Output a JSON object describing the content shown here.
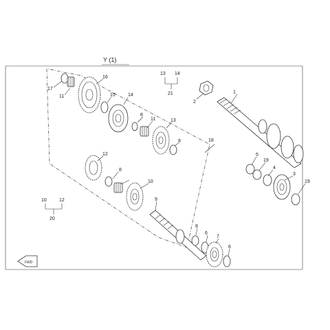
{
  "header": {
    "view_label": "Y (1)"
  },
  "direction_indicator": {
    "text": "FWD"
  },
  "callouts": {
    "c1": "1",
    "c2": "2",
    "c3": "3",
    "c4": "4",
    "c5": "5",
    "c6a": "6",
    "c6b": "6",
    "c7": "7",
    "c8a": "8",
    "c8b": "8",
    "c8c": "8",
    "c8d": "8",
    "c9": "9",
    "c10": "10",
    "c11a": "11",
    "c11b": "11",
    "c12a": "12",
    "c13": "13",
    "c14": "14",
    "c15": "15",
    "c16": "16",
    "c17": "17",
    "c18": "18",
    "c19a": "19",
    "c19b": "19"
  },
  "group_labels": {
    "g_top_left": "13",
    "g_top_right": "14",
    "g_top_sum": "21",
    "g_bot_left": "10",
    "g_bot_right": "12",
    "g_bot_sum": "20"
  },
  "colors": {
    "line": "#333333",
    "part_fill": "#ffffff",
    "frame": "#444444"
  }
}
